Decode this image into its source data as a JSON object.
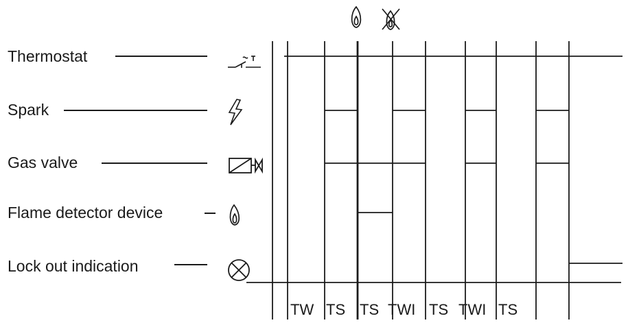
{
  "signals": [
    {
      "id": "thermostat",
      "label": "Thermostat",
      "icon": "thermostat-switch-icon"
    },
    {
      "id": "spark",
      "label": "Spark",
      "icon": "spark-icon"
    },
    {
      "id": "gas-valve",
      "label": "Gas valve",
      "icon": "gas-valve-icon"
    },
    {
      "id": "flame-detector",
      "label": "Flame detector device",
      "icon": "flame-icon"
    },
    {
      "id": "lockout",
      "label": "Lock out indication",
      "icon": "lockout-icon"
    }
  ],
  "top_icons": [
    "flame-icon",
    "no-flame-icon"
  ],
  "phases": [
    "TW",
    "TS",
    "TS",
    "TWI",
    "TS",
    "TWI",
    "TS"
  ]
}
